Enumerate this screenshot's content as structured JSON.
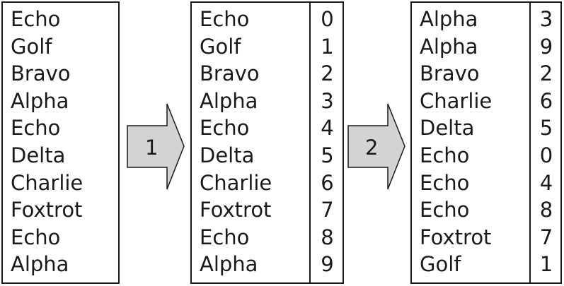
{
  "steps": {
    "initial": {
      "names": [
        "Echo",
        "Golf",
        "Bravo",
        "Alpha",
        "Echo",
        "Delta",
        "Charlie",
        "Foxtrot",
        "Echo",
        "Alpha"
      ]
    },
    "indexed": {
      "names": [
        "Echo",
        "Golf",
        "Bravo",
        "Alpha",
        "Echo",
        "Delta",
        "Charlie",
        "Foxtrot",
        "Echo",
        "Alpha"
      ],
      "indices": [
        "0",
        "1",
        "2",
        "3",
        "4",
        "5",
        "6",
        "7",
        "8",
        "9"
      ]
    },
    "sorted": {
      "names": [
        "Alpha",
        "Alpha",
        "Bravo",
        "Charlie",
        "Delta",
        "Echo",
        "Echo",
        "Echo",
        "Foxtrot",
        "Golf"
      ],
      "indices": [
        "3",
        "9",
        "2",
        "6",
        "5",
        "0",
        "4",
        "8",
        "7",
        "1"
      ]
    }
  },
  "arrows": {
    "step1_label": "1",
    "step2_label": "2"
  },
  "colors": {
    "arrow_fill": "#d3d3d3",
    "stroke": "#1a1a1a"
  }
}
